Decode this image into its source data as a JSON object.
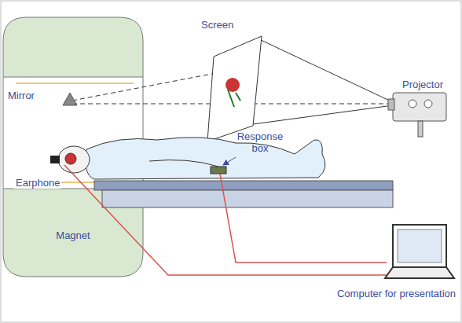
{
  "diagram": {
    "nodes": [
      {
        "text": [
          "Magnet"
        ]
      }
    ],
    "labels": [
      "Screen",
      "Mirror",
      "Projector",
      "Response box",
      "Earphone",
      "Computer for presentation"
    ]
  }
}
